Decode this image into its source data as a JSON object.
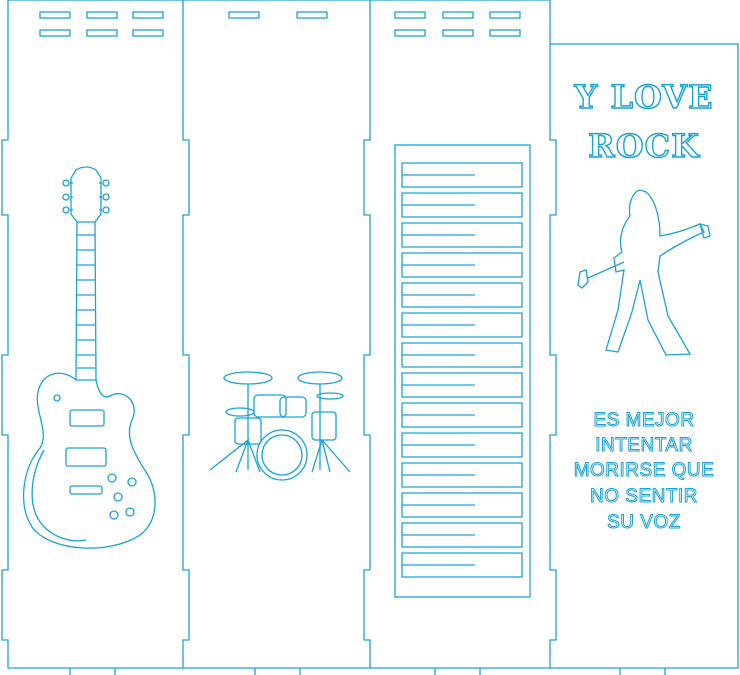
{
  "panel4": {
    "title_line1": "Y LOVE",
    "title_line2": "ROCK",
    "quote_lines": [
      "ES MEJOR",
      "INTENTAR",
      "MORIRSE QUE",
      "NO SENTIR",
      "SU VOZ"
    ]
  },
  "colors": {
    "line": "#1aa3d6",
    "background": "#ffffff"
  },
  "illustrations": [
    "electric-guitar",
    "drum-kit",
    "piano-keys",
    "singer-silhouette-with-microphone"
  ]
}
